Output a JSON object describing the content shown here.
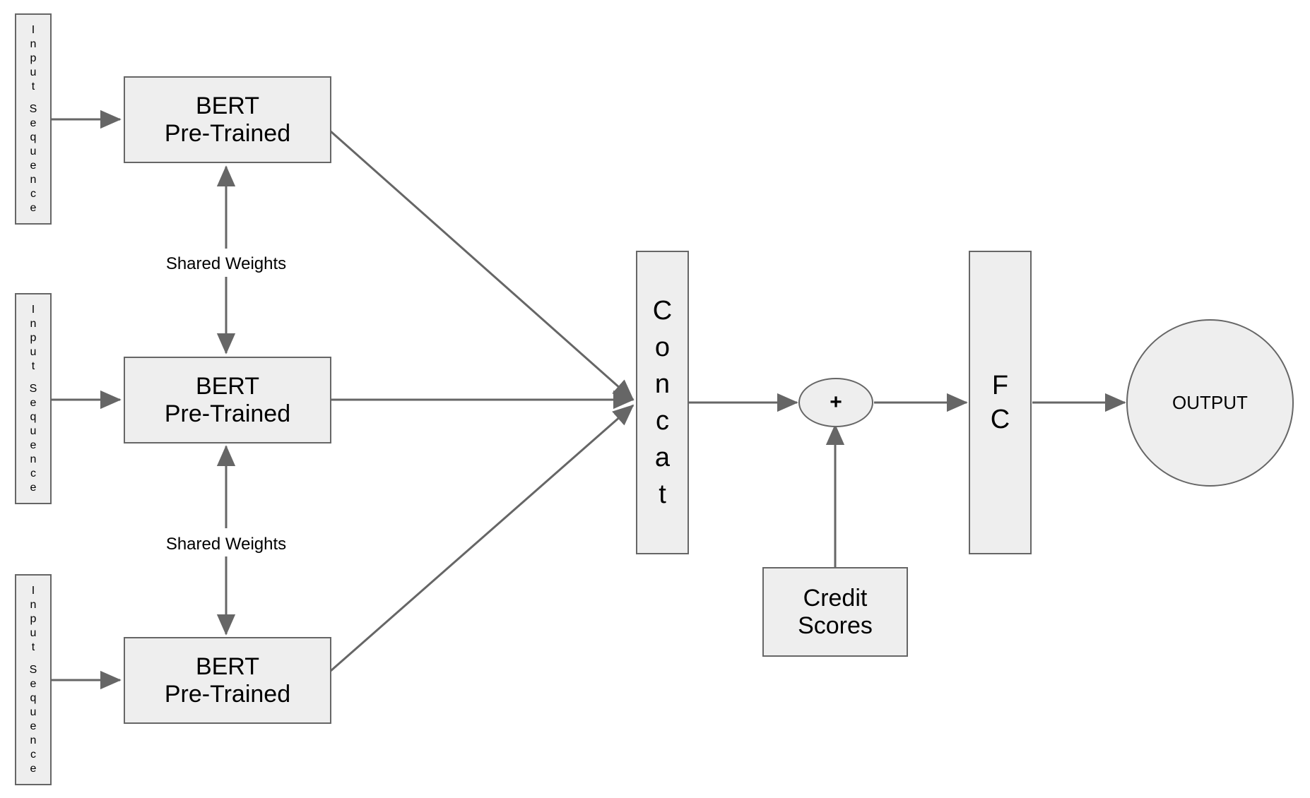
{
  "diagram": {
    "title": "BERT siamese architecture with credit scores",
    "colors": {
      "node_fill": "#eeeeee",
      "node_stroke": "#666666",
      "edge_stroke": "#666666",
      "text": "#000000",
      "background": "#ffffff"
    },
    "inputs": [
      {
        "text": "Input Sequence",
        "word1": "Input",
        "word2": "Sequence"
      },
      {
        "text": "Input Sequence",
        "word1": "Input",
        "word2": "Sequence"
      },
      {
        "text": "Input Sequence",
        "word1": "Input",
        "word2": "Sequence"
      }
    ],
    "encoders": [
      {
        "line1": "BERT",
        "line2": "Pre-Trained"
      },
      {
        "line1": "BERT",
        "line2": "Pre-Trained"
      },
      {
        "line1": "BERT",
        "line2": "Pre-Trained"
      }
    ],
    "shared_weights_labels": [
      {
        "text": "Shared Weights"
      },
      {
        "text": "Shared Weights"
      }
    ],
    "concat": {
      "text": "Concat"
    },
    "adder": {
      "symbol": "+"
    },
    "credit_scores": {
      "line1": "Credit",
      "line2": "Scores",
      "text": "Credit Scores"
    },
    "fc": {
      "text": "FC"
    },
    "output": {
      "label": "OUTPUT"
    }
  }
}
